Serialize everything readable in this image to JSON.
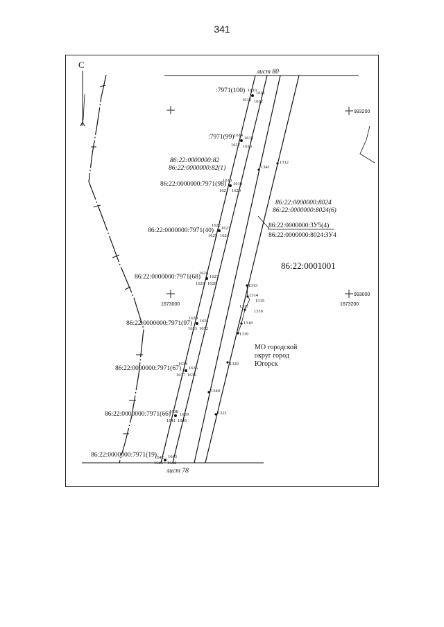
{
  "page_number": "341",
  "north_label": "С",
  "sheet_top": "лист 80",
  "sheet_bottom": "лист 78",
  "coords": {
    "grid_993200": "993200",
    "grid_993000": "993000",
    "grid_1673000": "1673000",
    "grid_1673200": "1673200"
  },
  "block_label": "86:22:0001001",
  "municipality": [
    "МО городской",
    "округ город",
    "Югорск"
  ],
  "parcels": {
    "p100": ":7971(100)",
    "p99": ":7971(99)",
    "p82a": "86:22:0000000:82",
    "p82b": "86:22:0000000:82(1)",
    "p98": "86:22:0000000:7971(98)",
    "p8024": "86:22:0000000:8024",
    "p8024_6": "86:22:0000000:8024(6)",
    "zu5": "86:22:0000000:ЗУ5(4)",
    "zu4": "86:22:0000000:8024:ЗУ4",
    "p40": "86:22:0000000:7971(40)",
    "p68": "86:22:0000000:7971(68)",
    "p97": "86:22:0000000:7971(97)",
    "p67": "86:22:0000000:7971(67)",
    "p66": "86:22:0000000:7971(66)",
    "p19": "86:22:0000000:7971(19)"
  },
  "points": {
    "n1610": "1610",
    "n1611": "1611",
    "n1613": "1613",
    "n1612": "1612",
    "n1614": "1614",
    "n1615": "1615",
    "n1617": "1617",
    "n1616": "1616",
    "n1341": "1341",
    "n1312": "1312",
    "n1618": "1618",
    "n1619": "1619",
    "n1621": "1621",
    "n1620": "1620",
    "n1622": "1622",
    "n1623": "1623",
    "n1625": "1625",
    "n1624": "1624",
    "n1626": "1626",
    "n1627": "1627",
    "n1629": "1629",
    "n1628": "1628",
    "n1313": "1313",
    "n1314": "1314",
    "n1315": "1315",
    "n1317": "1317",
    "n1316": "1316",
    "n1630": "1630",
    "n1631": "1631",
    "n1633": "1633",
    "n1632": "1632",
    "n1318": "1318",
    "n1319": "1319",
    "n1320": "1320",
    "n1634": "1634",
    "n1635": "1635",
    "n1637": "1637",
    "n1636": "1636",
    "n1340": "1340",
    "n1321": "1321",
    "n1638": "1638",
    "n1639": "1639",
    "n1641": "1641",
    "n1640": "1640",
    "n1642": "1642",
    "n1643": "1643",
    "n1645": "1645",
    "n1644": "1644"
  }
}
